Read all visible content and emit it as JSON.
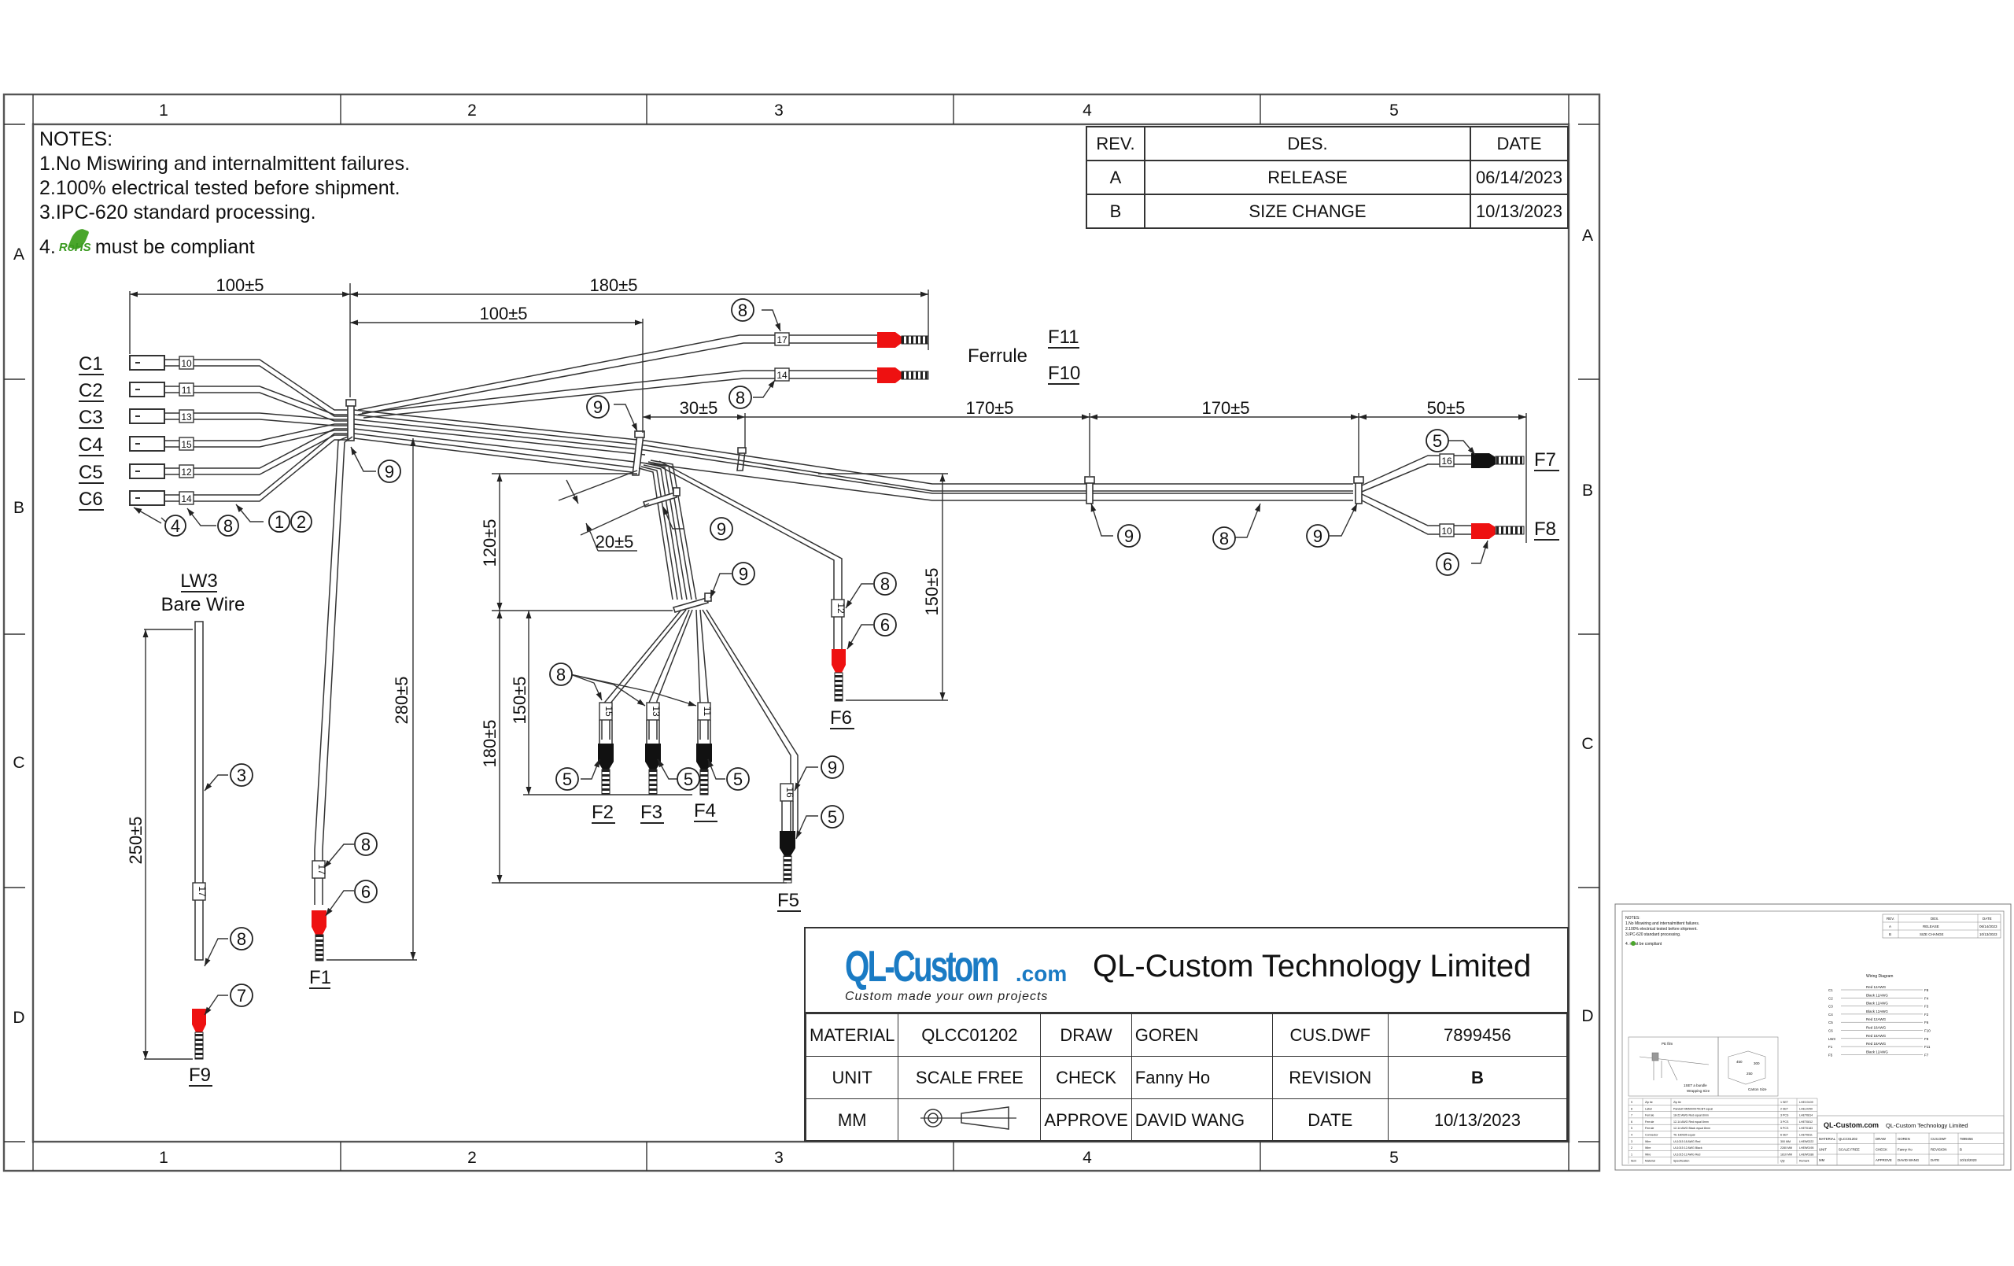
{
  "ruler": {
    "columns": [
      "1",
      "2",
      "3",
      "4",
      "5"
    ],
    "rows": [
      "A",
      "B",
      "C",
      "D"
    ]
  },
  "notes": {
    "title": "NOTES:",
    "items": [
      "1.No Miswiring and internalmittent failures.",
      "2.100% electrical tested before shipment.",
      "3.IPC-620 standard processing."
    ],
    "rohs_prefix": "4.",
    "rohs_logo": "RoHS",
    "rohs_suffix": "must be compliant"
  },
  "revision_table": {
    "headers": [
      "REV.",
      "DES.",
      "DATE"
    ],
    "rows": [
      [
        "A",
        "RELEASE",
        "06/14/2023"
      ],
      [
        "B",
        "SIZE CHANGE",
        "10/13/2023"
      ]
    ]
  },
  "drawing": {
    "connectors": [
      "C1",
      "C2",
      "C3",
      "C4",
      "C5",
      "C6"
    ],
    "connector_wire_labels": [
      "10",
      "11",
      "13",
      "15",
      "12",
      "14"
    ],
    "terminals": {
      "F1": "F1",
      "F2": "F2",
      "F3": "F3",
      "F4": "F4",
      "F5": "F5",
      "F6": "F6",
      "F7": "F7",
      "F8": "F8",
      "F9": "F9",
      "F10": "F10",
      "F11": "F11"
    },
    "ferrule_label": "Ferrule",
    "lw3_label": "LW3",
    "bare_wire_label": "Bare Wire",
    "wire_labels": {
      "f11": "17",
      "f10": "14",
      "f7": "16",
      "f8": "10",
      "f6": "12",
      "f2": "15",
      "f3": "13",
      "f4": "11",
      "f5": "16",
      "f1": "17",
      "f9": "17"
    },
    "dimensions": {
      "d_conn_to_tie": "100±5",
      "d_top_180": "180±5",
      "d_tie_to_tie": "100±5",
      "d_30": "30±5",
      "d_170a": "170±5",
      "d_170b": "170±5",
      "d_50": "50±5",
      "d_20": "20±5",
      "d_120": "120±5",
      "d_150_f6": "150±5",
      "d_150_f2": "150±5",
      "d_180_f5": "180±5",
      "d_280": "280±5",
      "d_250": "250±5"
    },
    "balloons": [
      "1",
      "2",
      "3",
      "4",
      "5",
      "6",
      "7",
      "8",
      "9"
    ]
  },
  "title_block": {
    "logo_main": "QL-Custom",
    "logo_suffix": ".com",
    "logo_tagline": "Custom made your own projects",
    "company": "QL-Custom Technology Limited",
    "rows": [
      {
        "k1": "MATERIAL",
        "v1": "QLCC01202",
        "k2": "DRAW",
        "v2": "GOREN",
        "k3": "CUS.DWF",
        "v3": "7899456"
      },
      {
        "k1": "UNIT",
        "v1": "SCALE  FREE",
        "k2": "CHECK",
        "v2": "Fanny Ho",
        "k3": "REVISION",
        "v3": "B"
      },
      {
        "k1": "MM",
        "v1": "",
        "k2": "APPROVE",
        "v2": "DAVID WANG",
        "k3": "DATE",
        "v3": "10/13/2023"
      }
    ]
  },
  "thumbnail": {
    "notes_title": "NOTES:",
    "notes": [
      "1.No Miswiring and internalmittent failures.",
      "2.100% electrical tested before shipment.",
      "3.IPC-620 standard processing.",
      "4.    must be compliant"
    ],
    "rev_headers": [
      "REV.",
      "DES.",
      "DATE"
    ],
    "rev_rows": [
      [
        "A",
        "RELEASE",
        "06/14/2023"
      ],
      [
        "B",
        "SIZE CHANGE",
        "10/13/2023"
      ]
    ],
    "wiring_title": "Wiring Diagram",
    "wiring": [
      {
        "from": "C1",
        "desc": "Red  12AWG",
        "to": "F8"
      },
      {
        "from": "C2",
        "desc": "Black  12AWG",
        "to": "F4"
      },
      {
        "from": "C3",
        "desc": "Black  12AWG",
        "to": "F3"
      },
      {
        "from": "C4",
        "desc": "Black  12AWG",
        "to": "F2"
      },
      {
        "from": "C5",
        "desc": "Red  12AWG",
        "to": "F6"
      },
      {
        "from": "C6",
        "desc": "Red  18AWG",
        "to": "F10"
      },
      {
        "from": "LW3",
        "desc": "Red  18AWG",
        "to": "F9"
      },
      {
        "from": "F1",
        "desc": "Red  18AWG",
        "to": "F11"
      },
      {
        "from": "F5",
        "desc": "Black  12AWG",
        "to": "F7"
      }
    ],
    "pe_film": "PE film",
    "bundle_caption": [
      "1SET a bundle",
      "Wrapping Size"
    ],
    "carton_caption": "Carton Size",
    "carton_dims": [
      "450",
      "300",
      "250"
    ],
    "bom_headers": [
      "Item",
      "Material",
      "Specification",
      "Qty",
      "Remark"
    ],
    "bom": [
      [
        "9",
        "Zip tie",
        "Zip tie",
        "1 SET",
        "LHEC0109"
      ],
      [
        "8",
        "Label",
        "Panduit NM500X075CBT equal",
        "2 SET",
        "LHEL0250"
      ],
      [
        "7",
        "Ferrule",
        "18-22 AWG Red equal  8mm",
        "3 PCS",
        "LHET0814"
      ],
      [
        "6",
        "Ferrule",
        "12-14 AWG Red equal 8mm",
        "3 PCS",
        "LHET0812"
      ],
      [
        "5",
        "Ferrule",
        "12-14 AWG Black equal 8mm",
        "5 PCS",
        "LHET0183"
      ],
      [
        "4",
        "Connector",
        "TE 180935 equal",
        "6 SET",
        "LHET0811"
      ],
      [
        "3",
        "Wire",
        "UL1015 18 AWG Red",
        "300 MM",
        "LHEW0222"
      ],
      [
        "2",
        "Wire",
        "UL1015 12 AWG Black",
        "2280 MM",
        "LHEW0195"
      ],
      [
        "1",
        "Wire",
        "UL1015 12 AWG Red",
        "1810 MM",
        "LHEW0188"
      ]
    ],
    "logo": "QL-Custom.com",
    "company": "QL-Custom Technology Limited",
    "tb_rows": [
      [
        "MATERIAL",
        "QLCC01202",
        "DRAW",
        "GOREN",
        "CUS.DWF",
        "7899456"
      ],
      [
        "UNIT",
        "SCALE  FREE",
        "CHECK",
        "Fanny Ho",
        "REVISION",
        "B"
      ],
      [
        "MM",
        "",
        "APPROVE",
        "DAVID WANG",
        "DATE",
        "10/13/2023"
      ]
    ]
  },
  "colors": {
    "ferrule_red": "#ee1111",
    "ferrule_black": "#111111",
    "logo_blue": "#1a7bc4",
    "rohs_green": "#4aa62c"
  }
}
